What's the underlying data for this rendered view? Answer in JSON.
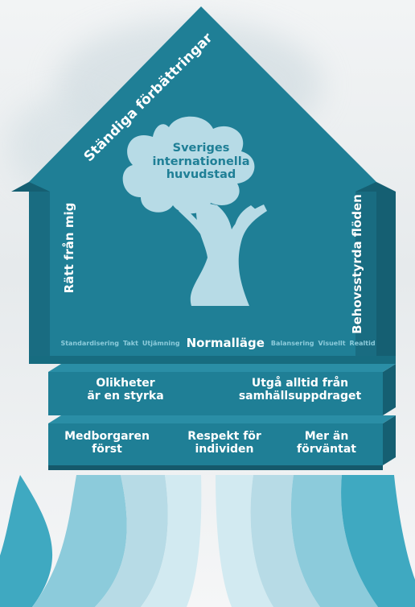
{
  "roof": {
    "slogan": "Ständiga förbättringar"
  },
  "vision": {
    "line1": "Sveriges",
    "line2": "internationella",
    "line3": "huvudstad"
  },
  "pillars": {
    "left": "Rätt från mig",
    "right": "Behovsstyrda flöden"
  },
  "floor": {
    "left_tools": [
      "Standardisering",
      "Takt",
      "Utjämning"
    ],
    "center": "Normalläge",
    "right_tools": [
      "Balansering",
      "Visuellt",
      "Realtid"
    ]
  },
  "principles": {
    "left": {
      "line1": "Olikheter",
      "line2": "är en styrka"
    },
    "right": {
      "line1": "Utgå alltid från",
      "line2": "samhällsuppdraget"
    }
  },
  "values": {
    "first": {
      "line1": "Medborgaren",
      "line2": "först"
    },
    "second": {
      "line1": "Respekt för",
      "line2": "individen"
    },
    "third": {
      "line1": "Mer än",
      "line2": "förväntat"
    }
  },
  "colors": {
    "primary": "#1f7f96",
    "dark": "#155f72",
    "tree": "#b7dbe6",
    "band_light": "#d2eaf1",
    "band_mid": "#8ccbdb",
    "band_teal": "#3fa9c1"
  }
}
